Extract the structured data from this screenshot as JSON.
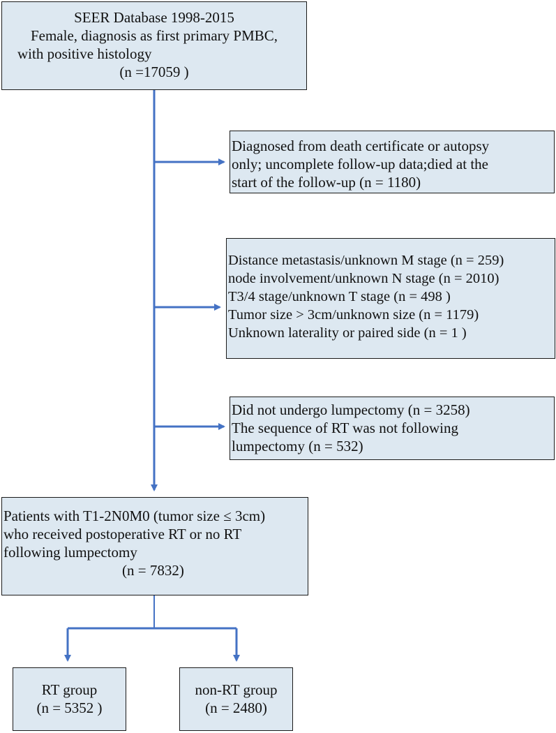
{
  "flowchart": {
    "source_box": {
      "lines": [
        "SEER Database 1998-2015",
        "Female, diagnosis as first primary PMBC,",
        "with positive histology",
        "(n =17059 )"
      ]
    },
    "exclusion_1": {
      "lines": [
        "Diagnosed from death certificate or autopsy",
        "only; uncomplete follow-up data;died at the",
        "start of the follow-up (n = 1180)"
      ]
    },
    "exclusion_2": {
      "lines": [
        "Distance metastasis/unknown M stage (n = 259)",
        "node involvement/unknown N stage (n = 2010)",
        "T3/4 stage/unknown T stage (n = 498 )",
        "Tumor size > 3cm/unknown size (n = 1179)",
        "Unknown laterality or paired side (n = 1 )"
      ]
    },
    "exclusion_3": {
      "lines": [
        "Did not undergo lumpectomy (n = 3258)",
        "The sequence of  RT was not following",
        "lumpectomy (n = 532)"
      ]
    },
    "cohort_box": {
      "lines": [
        "Patients with T1-2N0M0 (tumor size ≤ 3cm)",
        "who received postoperative RT or no RT",
        "following lumpectomy",
        "(n = 7832)"
      ]
    },
    "rt_group": {
      "lines": [
        "RT group",
        "(n = 5352 )"
      ]
    },
    "non_rt_group": {
      "lines": [
        "non-RT group",
        "(n = 2480)"
      ]
    },
    "colors": {
      "box_fill": "#dde8f1",
      "connector": "#4472c4",
      "border": "#1a1a1a"
    }
  }
}
